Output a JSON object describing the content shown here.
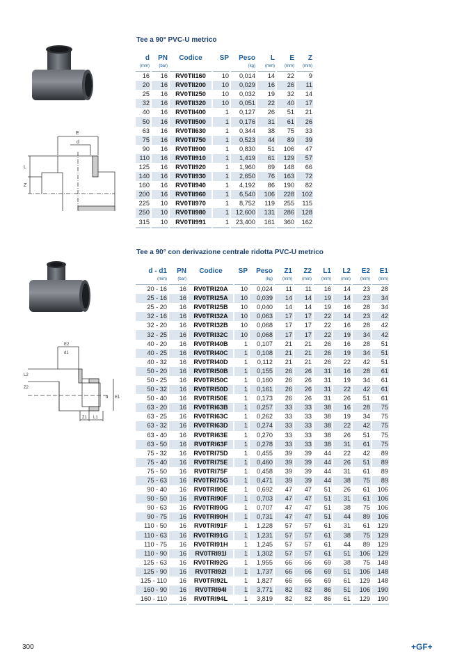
{
  "table1": {
    "title": "Tee a 90° PVC-U metrico",
    "headers": [
      "d",
      "PN",
      "Codice",
      "SP",
      "Peso",
      "L",
      "E",
      "Z"
    ],
    "units": [
      "(mm)",
      "(bar)",
      "",
      "",
      "(kg)",
      "(mm)",
      "(mm)",
      "(mm)"
    ],
    "rows": [
      [
        "16",
        "16",
        "RV0TII160",
        "10",
        "0,014",
        "14",
        "22",
        "9"
      ],
      [
        "20",
        "16",
        "RV0TII200",
        "10",
        "0,029",
        "16",
        "26",
        "11"
      ],
      [
        "25",
        "16",
        "RV0TII250",
        "10",
        "0,032",
        "19",
        "32",
        "14"
      ],
      [
        "32",
        "16",
        "RV0TII320",
        "10",
        "0,051",
        "22",
        "40",
        "17"
      ],
      [
        "40",
        "16",
        "RV0TII400",
        "1",
        "0,127",
        "26",
        "51",
        "21"
      ],
      [
        "50",
        "16",
        "RV0TII500",
        "1",
        "0,176",
        "31",
        "61",
        "26"
      ],
      [
        "63",
        "16",
        "RV0TII630",
        "1",
        "0,344",
        "38",
        "75",
        "33"
      ],
      [
        "75",
        "16",
        "RV0TII750",
        "1",
        "0,523",
        "44",
        "89",
        "39"
      ],
      [
        "90",
        "16",
        "RV0TII900",
        "1",
        "0,830",
        "51",
        "106",
        "47"
      ],
      [
        "110",
        "16",
        "RV0TII910",
        "1",
        "1,419",
        "61",
        "129",
        "57"
      ],
      [
        "125",
        "16",
        "RV0TII920",
        "1",
        "1,960",
        "69",
        "148",
        "66"
      ],
      [
        "140",
        "16",
        "RV0TII930",
        "1",
        "2,650",
        "76",
        "163",
        "72"
      ],
      [
        "160",
        "16",
        "RV0TII940",
        "1",
        "4,192",
        "86",
        "190",
        "82"
      ],
      [
        "200",
        "16",
        "RV0TII960",
        "1",
        "6,540",
        "106",
        "228",
        "102"
      ],
      [
        "225",
        "10",
        "RV0TII970",
        "1",
        "8,752",
        "119",
        "255",
        "115"
      ],
      [
        "250",
        "10",
        "RV0TII980",
        "1",
        "12,600",
        "131",
        "286",
        "128"
      ],
      [
        "315",
        "10",
        "RV0TII991",
        "1",
        "23,400",
        "161",
        "360",
        "162"
      ]
    ],
    "diagram_labels": [
      "E",
      "d",
      "L",
      "Z"
    ]
  },
  "table2": {
    "title": "Tee a 90° con derivazione centrale ridotta PVC-U metrico",
    "headers": [
      "d - d1",
      "PN",
      "Codice",
      "SP",
      "Peso",
      "Z1",
      "Z2",
      "L1",
      "L2",
      "E2",
      "E1"
    ],
    "units": [
      "(mm)",
      "(bar)",
      "",
      "",
      "(kg)",
      "(mm)",
      "(mm)",
      "(mm)",
      "(mm)",
      "(mm)",
      "(mm)"
    ],
    "rows": [
      [
        "20 - 16",
        "16",
        "RV0TRI20A",
        "10",
        "0,024",
        "11",
        "11",
        "16",
        "14",
        "23",
        "28"
      ],
      [
        "25 - 16",
        "16",
        "RV0TRI25A",
        "10",
        "0,039",
        "14",
        "14",
        "19",
        "14",
        "23",
        "34"
      ],
      [
        "25 - 20",
        "16",
        "RV0TRI25B",
        "10",
        "0,040",
        "14",
        "14",
        "19",
        "16",
        "28",
        "34"
      ],
      [
        "32 - 16",
        "16",
        "RV0TRI32A",
        "10",
        "0,063",
        "17",
        "17",
        "22",
        "14",
        "23",
        "42"
      ],
      [
        "32 - 20",
        "16",
        "RV0TRI32B",
        "10",
        "0,068",
        "17",
        "17",
        "22",
        "16",
        "28",
        "42"
      ],
      [
        "32 - 25",
        "16",
        "RV0TRI32C",
        "10",
        "0,068",
        "17",
        "17",
        "22",
        "19",
        "34",
        "42"
      ],
      [
        "40 - 20",
        "16",
        "RV0TRI40B",
        "1",
        "0,107",
        "21",
        "21",
        "26",
        "16",
        "28",
        "51"
      ],
      [
        "40 - 25",
        "16",
        "RV0TRI40C",
        "1",
        "0,108",
        "21",
        "21",
        "26",
        "19",
        "34",
        "51"
      ],
      [
        "40 - 32",
        "16",
        "RV0TRI40D",
        "1",
        "0,112",
        "21",
        "21",
        "26",
        "22",
        "42",
        "51"
      ],
      [
        "50 - 20",
        "16",
        "RV0TRI50B",
        "1",
        "0,155",
        "26",
        "26",
        "31",
        "16",
        "28",
        "61"
      ],
      [
        "50 - 25",
        "16",
        "RV0TRI50C",
        "1",
        "0,160",
        "26",
        "26",
        "31",
        "19",
        "34",
        "61"
      ],
      [
        "50 - 32",
        "16",
        "RV0TRI50D",
        "1",
        "0,161",
        "26",
        "26",
        "31",
        "22",
        "42",
        "61"
      ],
      [
        "50 - 40",
        "16",
        "RV0TRI50E",
        "1",
        "0,173",
        "26",
        "26",
        "31",
        "26",
        "51",
        "61"
      ],
      [
        "63 - 20",
        "16",
        "RV0TRI63B",
        "1",
        "0,257",
        "33",
        "33",
        "38",
        "16",
        "28",
        "75"
      ],
      [
        "63 - 25",
        "16",
        "RV0TRI63C",
        "1",
        "0,262",
        "33",
        "33",
        "38",
        "19",
        "34",
        "75"
      ],
      [
        "63 - 32",
        "16",
        "RV0TRI63D",
        "1",
        "0,274",
        "33",
        "33",
        "38",
        "22",
        "42",
        "75"
      ],
      [
        "63 - 40",
        "16",
        "RV0TRI63E",
        "1",
        "0,270",
        "33",
        "33",
        "38",
        "26",
        "51",
        "75"
      ],
      [
        "63 - 50",
        "16",
        "RV0TRI63F",
        "1",
        "0,278",
        "33",
        "33",
        "38",
        "31",
        "61",
        "75"
      ],
      [
        "75 - 32",
        "16",
        "RV0TRI75D",
        "1",
        "0,455",
        "39",
        "39",
        "44",
        "22",
        "42",
        "89"
      ],
      [
        "75 - 40",
        "16",
        "RV0TRI75E",
        "1",
        "0,460",
        "39",
        "39",
        "44",
        "26",
        "51",
        "89"
      ],
      [
        "75 - 50",
        "16",
        "RV0TRI75F",
        "1",
        "0,458",
        "39",
        "39",
        "44",
        "31",
        "61",
        "89"
      ],
      [
        "75 - 63",
        "16",
        "RV0TRI75G",
        "1",
        "0,471",
        "39",
        "39",
        "44",
        "38",
        "75",
        "89"
      ],
      [
        "90 - 40",
        "16",
        "RV0TRI90E",
        "1",
        "0,692",
        "47",
        "47",
        "51",
        "26",
        "61",
        "106"
      ],
      [
        "90 - 50",
        "16",
        "RV0TRI90F",
        "1",
        "0,703",
        "47",
        "47",
        "51",
        "31",
        "61",
        "106"
      ],
      [
        "90 - 63",
        "16",
        "RV0TRI90G",
        "1",
        "0,707",
        "47",
        "47",
        "51",
        "38",
        "75",
        "106"
      ],
      [
        "90 - 75",
        "16",
        "RV0TRI90H",
        "1",
        "0,731",
        "47",
        "47",
        "51",
        "44",
        "89",
        "106"
      ],
      [
        "110 - 50",
        "16",
        "RV0TRI91F",
        "1",
        "1,228",
        "57",
        "57",
        "61",
        "31",
        "61",
        "129"
      ],
      [
        "110 - 63",
        "16",
        "RV0TRI91G",
        "1",
        "1,231",
        "57",
        "57",
        "61",
        "38",
        "75",
        "129"
      ],
      [
        "110 - 75",
        "16",
        "RV0TRI91H",
        "1",
        "1,245",
        "57",
        "57",
        "61",
        "44",
        "89",
        "129"
      ],
      [
        "110 - 90",
        "16",
        "RV0TRI91I",
        "1",
        "1,302",
        "57",
        "57",
        "61",
        "51",
        "106",
        "129"
      ],
      [
        "125 - 63",
        "16",
        "RV0TRI92G",
        "1",
        "1,955",
        "66",
        "66",
        "69",
        "38",
        "75",
        "148"
      ],
      [
        "125 - 90",
        "16",
        "RV0TRI92I",
        "1",
        "1,737",
        "66",
        "66",
        "69",
        "51",
        "106",
        "148"
      ],
      [
        "125 - 110",
        "16",
        "RV0TRI92L",
        "1",
        "1,827",
        "66",
        "66",
        "69",
        "61",
        "129",
        "148"
      ],
      [
        "160 - 90",
        "16",
        "RV0TRI94I",
        "1",
        "3,771",
        "82",
        "82",
        "86",
        "51",
        "106",
        "190"
      ],
      [
        "160 - 110",
        "16",
        "RV0TRI94L",
        "1",
        "3,819",
        "82",
        "82",
        "86",
        "61",
        "129",
        "190"
      ]
    ],
    "diagram_labels": [
      "E2",
      "d1",
      "L2",
      "Z2",
      "d",
      "E1",
      "Z1",
      "L1"
    ]
  },
  "footer": {
    "page_number": "300",
    "logo": "+GF+"
  }
}
